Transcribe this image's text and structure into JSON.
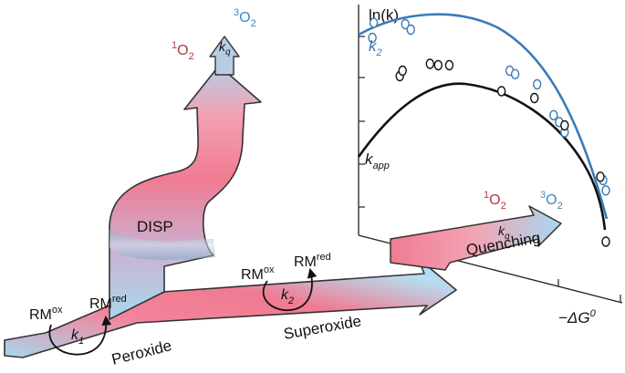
{
  "colors": {
    "pink": "#f07b92",
    "blue": "#a7d8ee",
    "singlet": "#b23a48",
    "triplet": "#3b87c4",
    "k2_curve": "#3a7ab8",
    "kapp_curve": "#111111"
  },
  "labels": {
    "peroxide": "Peroxide",
    "superoxide": "Superoxide",
    "quenching": "Quenching",
    "disp": "DISP",
    "rm_ox": "RM",
    "rm_ox_sup": "ox",
    "rm_red": "RM",
    "rm_red_sup": "red",
    "k1": "k",
    "k1_sub": "1",
    "k2": "k",
    "k2_sub": "2",
    "kq": "k",
    "kq_sub": "q",
    "singlet_o2_pre": "1",
    "singlet_o2": "O",
    "singlet_o2_sub": "2",
    "triplet_o2_pre": "3",
    "triplet_o2": "O",
    "triplet_o2_sub": "2",
    "ylabel": "ln(k)",
    "xlabel": "−ΔG",
    "xlabel_sup": "0",
    "curve_k2": "k",
    "curve_k2_sub": "2",
    "curve_kapp": "k",
    "curve_kapp_sub": "app"
  },
  "chart_data": {
    "type": "scatter",
    "xlabel": "−ΔG0",
    "ylabel": "ln(k)",
    "series": [
      {
        "name": "k2",
        "points": [
          [
            0.5,
            0.78
          ],
          [
            0.55,
            1.0
          ],
          [
            1.7,
            0.98
          ],
          [
            1.9,
            0.9
          ],
          [
            5.5,
            0.3
          ],
          [
            5.7,
            0.25
          ],
          [
            6.5,
            0.1
          ],
          [
            7.1,
            -0.35
          ],
          [
            7.3,
            -0.45
          ],
          [
            7.5,
            -0.6
          ],
          [
            8.9,
            -1.3
          ],
          [
            9.0,
            -1.45
          ]
        ]
      },
      {
        "name": "kapp",
        "points": [
          [
            1.5,
            0.22
          ],
          [
            1.6,
            0.3
          ],
          [
            2.6,
            0.4
          ],
          [
            2.9,
            0.38
          ],
          [
            3.3,
            0.38
          ],
          [
            5.2,
            0.0
          ],
          [
            6.4,
            -0.1
          ],
          [
            7.5,
            -0.5
          ],
          [
            8.8,
            -1.25
          ],
          [
            9.0,
            -2.2
          ]
        ]
      }
    ]
  }
}
